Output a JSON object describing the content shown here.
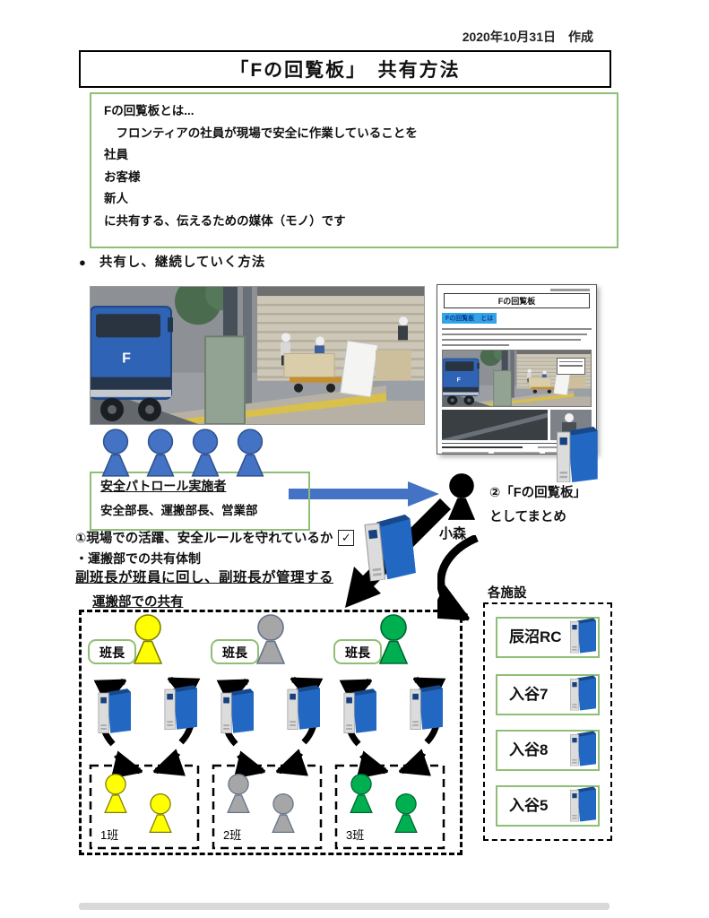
{
  "page": {
    "date_note": "2020年10月31日　作成",
    "title": "「Fの回覧板」　共有方法",
    "bullet_glyph": "●",
    "section_bullet": "共有し、継続していく方法"
  },
  "intro_box": {
    "lines": [
      "Fの回覧板とは...",
      "　フロンティアの社員が現場で安全に作業していることを",
      "社員",
      "お客様",
      "新人",
      "に共有する、伝えるための媒体（モノ）です"
    ]
  },
  "patrol": {
    "title": "安全パトロール実施者",
    "members": "安全部長、運搬部長、営業部"
  },
  "komori": {
    "label": "小森",
    "step2_line1": "②「Fの回覧板」",
    "step2_line2": "としてまとめ"
  },
  "checks": {
    "step1": "①現場での活躍、安全ルールを守れているか",
    "checkbox_glyph": "✓",
    "share_system": "・運搬部での共有体制",
    "rule": "副班長が班員に回し、副班長が管理する"
  },
  "transport": {
    "label": "運搬部での共有",
    "teams": [
      {
        "leader_label": "班長",
        "group_label": "1班",
        "fill": "#FFFF00",
        "stroke": "#7F7F00"
      },
      {
        "leader_label": "班長",
        "group_label": "2班",
        "fill": "#A6A6A6",
        "stroke": "#64748B"
      },
      {
        "leader_label": "班長",
        "group_label": "3班",
        "fill": "#00B050",
        "stroke": "#006633"
      }
    ]
  },
  "facilities": {
    "label": "各施設",
    "items": [
      "辰沼RC",
      "入谷7",
      "入谷8",
      "入谷5"
    ]
  },
  "mini_doc": {
    "title": "Fの回覧板",
    "heading": "Fの回覧板　とは"
  },
  "colors": {
    "accent_blue": "#4472C4",
    "green_border": "#8FBE75",
    "binder_blue": "#2268C2",
    "highlight_blue": "#35A3E8",
    "person_blue": {
      "fill": "#4472C4",
      "stroke": "#2F528F"
    },
    "person_black": {
      "fill": "#000000",
      "stroke": "#000000"
    }
  }
}
